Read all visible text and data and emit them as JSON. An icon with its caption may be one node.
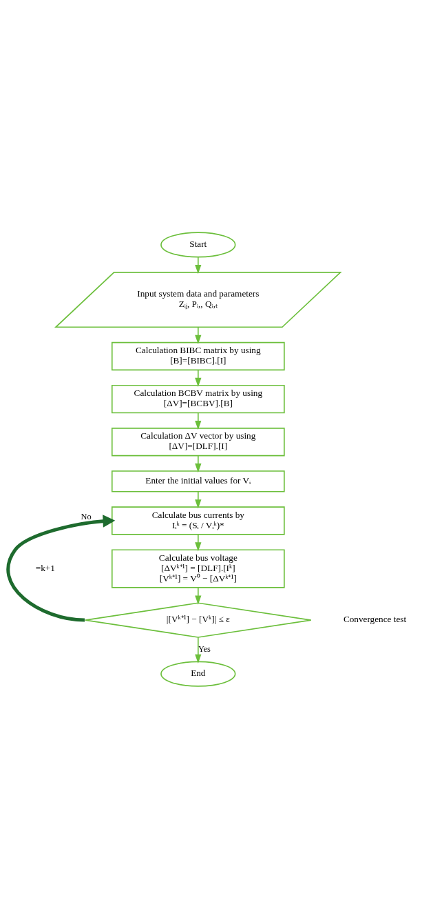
{
  "diagram": {
    "nodes": [
      {
        "text": [
          "Start"
        ]
      },
      {
        "text": [
          "Input system data and parameters",
          "Zᵢⱼ, Pᵢ,, Qᵢ,ₜ"
        ]
      },
      {
        "text": [
          "Calculation BIBC matrix by using",
          "[B]=[BIBC].[I]"
        ]
      },
      {
        "text": [
          "Calculation BCBV matrix by using",
          "[ΔV]=[BCBV].[B]"
        ]
      },
      {
        "text": [
          "Calculation ΔV vector by using",
          "[ΔV]=[DLF].[I]"
        ]
      },
      {
        "text": [
          "Enter the initial values for Vᵢ"
        ]
      },
      {
        "text": [
          "Calculate bus currents by",
          "Iᵢᵏ = (Sᵢ / Vᵢᵏ)*"
        ]
      },
      {
        "text": [
          "Calculate bus voltage",
          "[ΔVᵏ⁺¹] = [DLF].[Iᵏ]",
          "[Vᵏ⁺¹] = V⁰ − [ΔVᵏ⁺¹]"
        ]
      },
      {
        "text": [
          "|[Vᵏ⁺¹] − [Vᵏ]| ≤ ε"
        ],
        "beside": [
          "Convergence test"
        ]
      },
      {
        "text": [
          "End"
        ]
      }
    ],
    "edges": [
      {
        "from": 0,
        "to": 1,
        "arrow": "to"
      },
      {
        "from": 1,
        "to": 2,
        "arrow": "to"
      },
      {
        "from": 2,
        "to": 3,
        "arrow": "to"
      },
      {
        "from": 3,
        "to": 4,
        "arrow": "to"
      },
      {
        "from": 4,
        "to": 5,
        "arrow": "to"
      },
      {
        "from": 5,
        "to": 6,
        "arrow": "to"
      },
      {
        "from": 6,
        "to": 7,
        "arrow": "to"
      },
      {
        "from": 7,
        "to": 8,
        "arrow": "to"
      },
      {
        "from": 8,
        "to": 6,
        "arrow": "to",
        "label": "No",
        "style": "thick",
        "color": "#1e6b2e"
      },
      {
        "from": 8,
        "to": 9,
        "arrow": "to",
        "label": "Yes"
      }
    ],
    "labels": [
      "=k+1"
    ]
  }
}
